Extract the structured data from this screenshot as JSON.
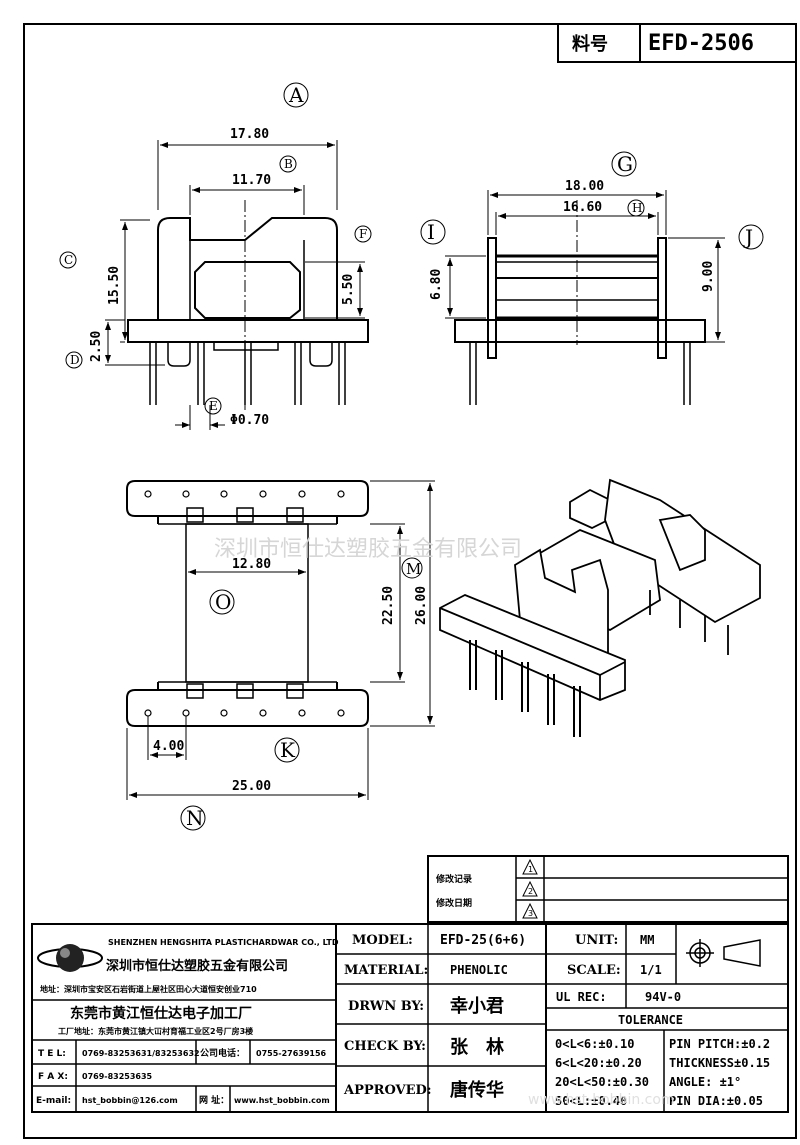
{
  "header": {
    "code_label": "料号",
    "part_number": "EFD-2506"
  },
  "dimensions": {
    "a_width": "17.80",
    "b_width": "11.70",
    "c_height": "15.50",
    "d_height": "2.50",
    "f_height": "5.50",
    "pin_dia": "Φ0.70",
    "g_width": "18.00",
    "h_width": "16.60",
    "i_height": "6.80",
    "j_height": "9.00",
    "o_width": "12.80",
    "m_inner": "22.50",
    "m_outer": "26.00",
    "k_pitch": "4.00",
    "n_width": "25.00"
  },
  "view_labels": {
    "A": "A",
    "B": "B",
    "C": "C",
    "D": "D",
    "E": "E",
    "F": "F",
    "G": "G",
    "H": "H",
    "I": "I",
    "J": "J",
    "K": "K",
    "M": "M",
    "N": "N",
    "O": "O"
  },
  "watermark": {
    "text": "深圳市恒仕达塑胶五金有限公司",
    "url": "www.hst-bobbin.com"
  },
  "revision": {
    "row1": "修改记录",
    "row2": "修改日期",
    "marks": [
      "1",
      "2",
      "3"
    ]
  },
  "company": {
    "name_en": "SHENZHEN HENGSHITA PLASTICHARDWAR CO., LTD",
    "name_cn": "深圳市恒仕达塑胶五金有限公司",
    "address1": "地址：深圳市宝安区石岩街道上屋社区田心大道恒安创业710",
    "factory_cn": "东莞市黄江恒仕达电子加工厂",
    "address2": "工厂地址：东莞市黄江镇大冚村育福工业区2号厂房3楼",
    "tel_label": "T E L:",
    "tel": "0769-83253631/83253632",
    "company_tel_label": "公司电话：",
    "company_tel": "0755-27639156",
    "fax_label": "F A X:",
    "fax": "0769-83253635",
    "email_label": "E-mail:",
    "email": "hst_bobbin@126.com",
    "web_label": "网 址：",
    "web": "www.hst_bobbin.com"
  },
  "titleblock": {
    "model_label": "MODEL:",
    "model": "EFD-25(6+6)",
    "material_label": "MATERIAL:",
    "material": "PHENOLIC",
    "drawn_label": "DRWN BY:",
    "drawn": "幸小君",
    "check_label": "CHECK BY:",
    "check": "张　林",
    "approved_label": "APPROVED:",
    "approved": "唐传华",
    "unit_label": "UNIT:",
    "unit": "MM",
    "scale_label": "SCALE:",
    "scale": "1/1",
    "ulrec_label": "UL REC:",
    "ulrec": "94V-0",
    "tolerance_label": "TOLERANCE",
    "tol1": "0<L<6:±0.10",
    "tol2": "6<L<20:±0.20",
    "tol3": "20<L<50:±0.30",
    "tol4": "50<L:±0.40",
    "pin_pitch": "PIN PITCH:±0.2",
    "thickness": "THICKNESS±0.15",
    "angle": "ANGLE: ±1°",
    "pin_dia_tol": "PIN DIA:±0.05"
  }
}
